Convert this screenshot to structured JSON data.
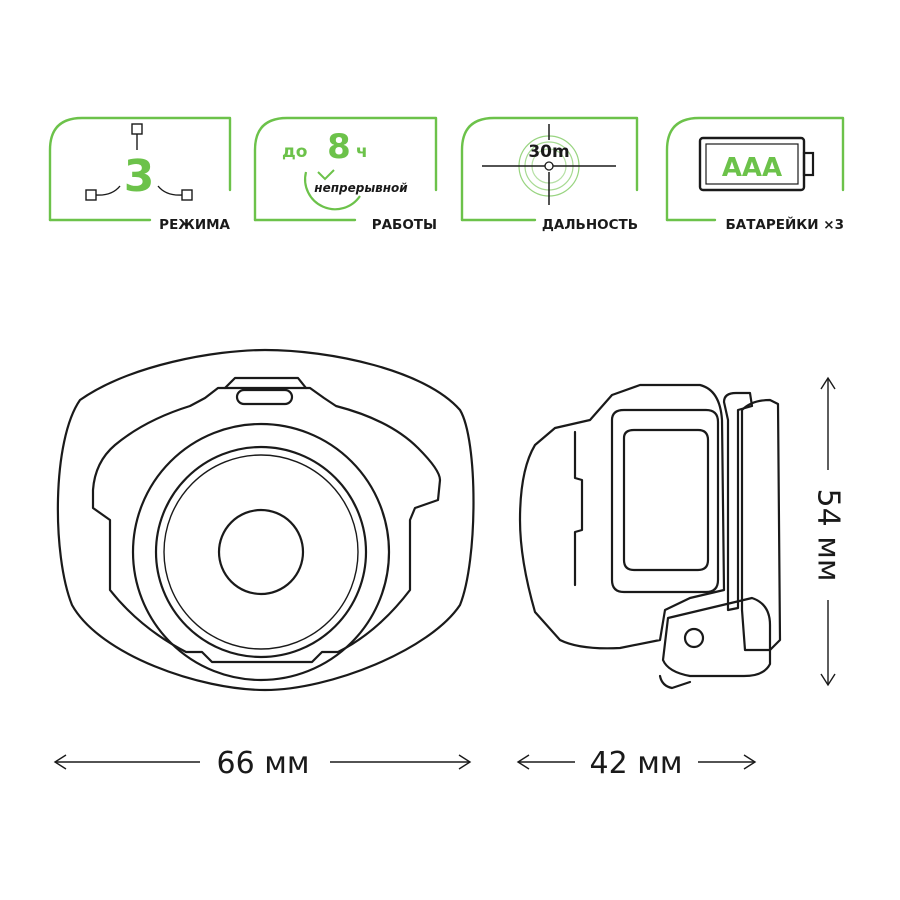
{
  "colors": {
    "accent": "#6cc24a",
    "ink": "#1a1a1a",
    "background": "#ffffff"
  },
  "features": [
    {
      "id": "modes",
      "icon": "mode-switch-icon",
      "value": "3",
      "label": "РЕЖИМА"
    },
    {
      "id": "runtime",
      "icon": "clock-icon",
      "prefix": "до",
      "value": "8",
      "unit": "ч",
      "sub": "непрерывной",
      "label": "РАБОТЫ"
    },
    {
      "id": "range",
      "icon": "crosshair-icon",
      "value": "30m",
      "label": "ДАЛЬНОСТЬ"
    },
    {
      "id": "battery",
      "icon": "battery-icon",
      "value": "AAA",
      "label": "БАТАРЕЙКИ ×3"
    }
  ],
  "dimensions": {
    "width": "66 мм",
    "depth": "42 мм",
    "height": "54 мм"
  }
}
